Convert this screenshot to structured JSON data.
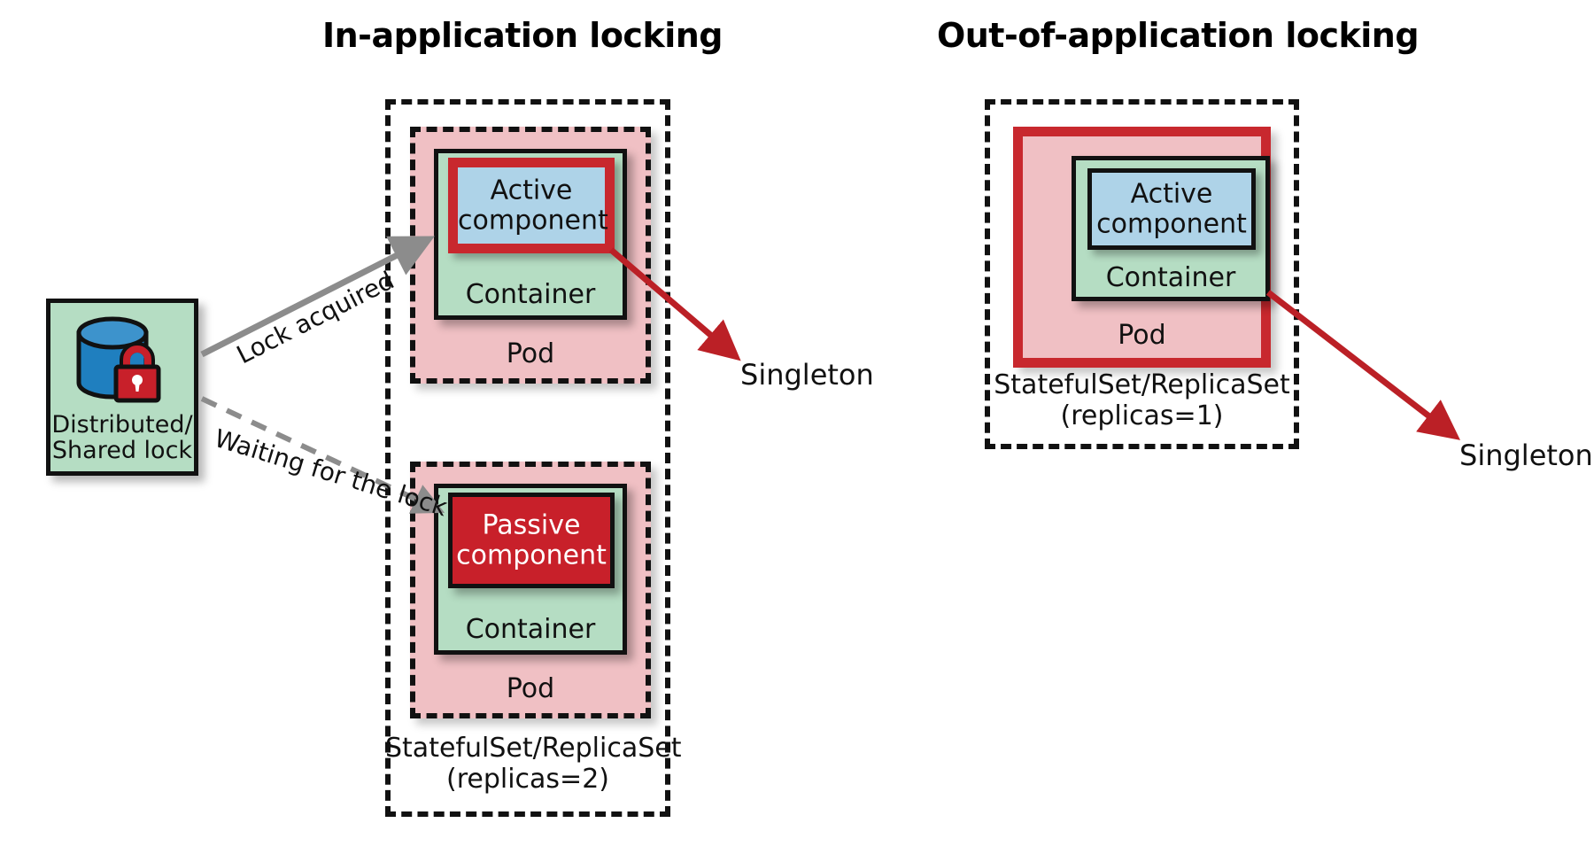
{
  "diagram": {
    "title_left": "In-application locking",
    "title_right": "Out-of-application locking"
  },
  "colors": {
    "pod_fill": "#f0c0c4",
    "container_fill": "#b5ddc3",
    "active_fill": "#aed3e8",
    "passive_fill": "#c8202a",
    "accent_red": "#c8282e",
    "arrow_gray": "#8c8c8c",
    "db_blue": "#1f7fbf",
    "lock_red": "#c8202a",
    "outline": "#111111"
  },
  "left_panel": {
    "statefulset_label": "StatefulSet/ReplicaSet\n(replicas=2)",
    "pods": [
      {
        "pod_label": "Pod",
        "container_label": "Container",
        "component_label": "Active\ncomponent",
        "component_state": "active"
      },
      {
        "pod_label": "Pod",
        "container_label": "Container",
        "component_label": "Passive\ncomponent",
        "component_state": "passive"
      }
    ],
    "lock": {
      "caption": "Distributed/\nShared lock",
      "icons": [
        "database-icon",
        "lock-icon"
      ]
    },
    "arrows": [
      {
        "label": "Lock acquired",
        "style": "solid",
        "color": "#8c8c8c"
      },
      {
        "label": "Waiting for the lock",
        "style": "dashed",
        "color": "#8c8c8c"
      }
    ],
    "singleton_label": "Singleton"
  },
  "right_panel": {
    "statefulset_label": "StatefulSet/ReplicaSet\n(replicas=1)",
    "pod": {
      "pod_label": "Pod",
      "container_label": "Container",
      "component_label": "Active\ncomponent",
      "component_state": "active"
    },
    "singleton_label": "Singleton"
  }
}
